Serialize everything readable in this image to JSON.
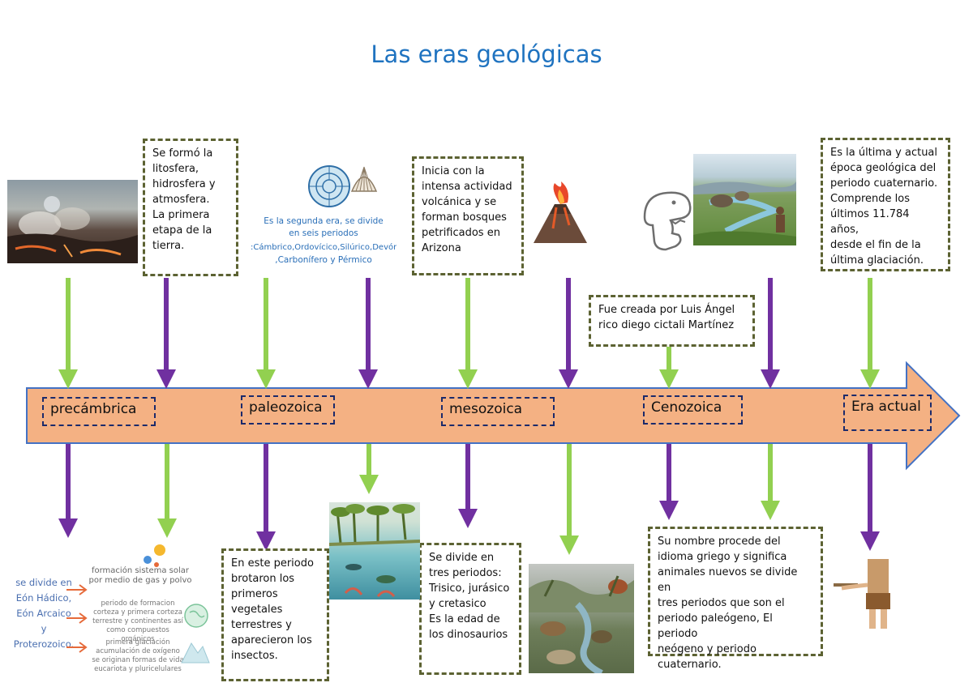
{
  "title": "Las eras geológicas",
  "colors": {
    "title": "#1f73c0",
    "timeline": "#f4b183",
    "timeline_border": "#4472c4",
    "green_arrow": "#92d050",
    "purple_arrow": "#7030a0",
    "box_border": "#5c6232"
  },
  "eras": [
    {
      "label": "precámbrica"
    },
    {
      "label": "paleozoica"
    },
    {
      "label": "mesozoica"
    },
    {
      "label": "Cenozoica"
    },
    {
      "label": "Era actual"
    }
  ],
  "boxes": {
    "precambrica_top": "Se formó la\nlitosfera,\nhidrosfera y\natmosfera.\nLa primera\netapa de la\ntierra.",
    "mesozoica_top": "Inicia con la\nintensa actividad\nvolcánica y se\nforman bosques\npetrificados en\nArizona",
    "autor": "Fue creada por Luis Ángel\nrico diego cictali Martínez",
    "actual_top": "Es la última y actual\népoca geológica del\nperiodo cuaternario.\nComprende los\núltimos 11.784 años,\ndesde el fin de la\núltima glaciación.",
    "paleozoica_bottom": "En este periodo\nbrotaron los\nprimeros\nvegetales\nterrestres y\naparecieron los\ninsectos.",
    "mesozoica_bottom": "Se divide en\ntres periodos:\nTrisico, jurásico\ny cretasico\nEs la edad de\nlos dinosaurios",
    "cenozoica_bottom": "Su nombre procede del\nidioma griego y significa\nanimales nuevos se divide en\ntres periodos que son el\nperiodo paleógeno, El periodo\nneógeno y periodo\ncuaternario."
  },
  "paleozoica_image_text": {
    "line1": "Es la segunda era, se divide",
    "line2": "en seis periodos",
    "line3": ":Cámbrico,Ordovícico,Silúrico,Devónico",
    "line4": ",Carbonífero y Pérmico"
  },
  "precambrica_image": {
    "eons": "se divide en\nEón Hádico,\nEón Arcaico\ny\nProterozoico.",
    "item1": "formación sistema solar\npor medio de gas y polvo",
    "item2": "periodo de formacion\ncorteza y primera corteza\nterrestre y continentes así\ncomo compuestos orgánicos",
    "item3": "primera glaciación\nacumulación de oxígeno\nse originan formas de vida\neucariota y pluricelulares"
  },
  "icons": [
    "volcano-icon",
    "dinosaur-icon",
    "ammonite-icon",
    "shell-icon"
  ]
}
